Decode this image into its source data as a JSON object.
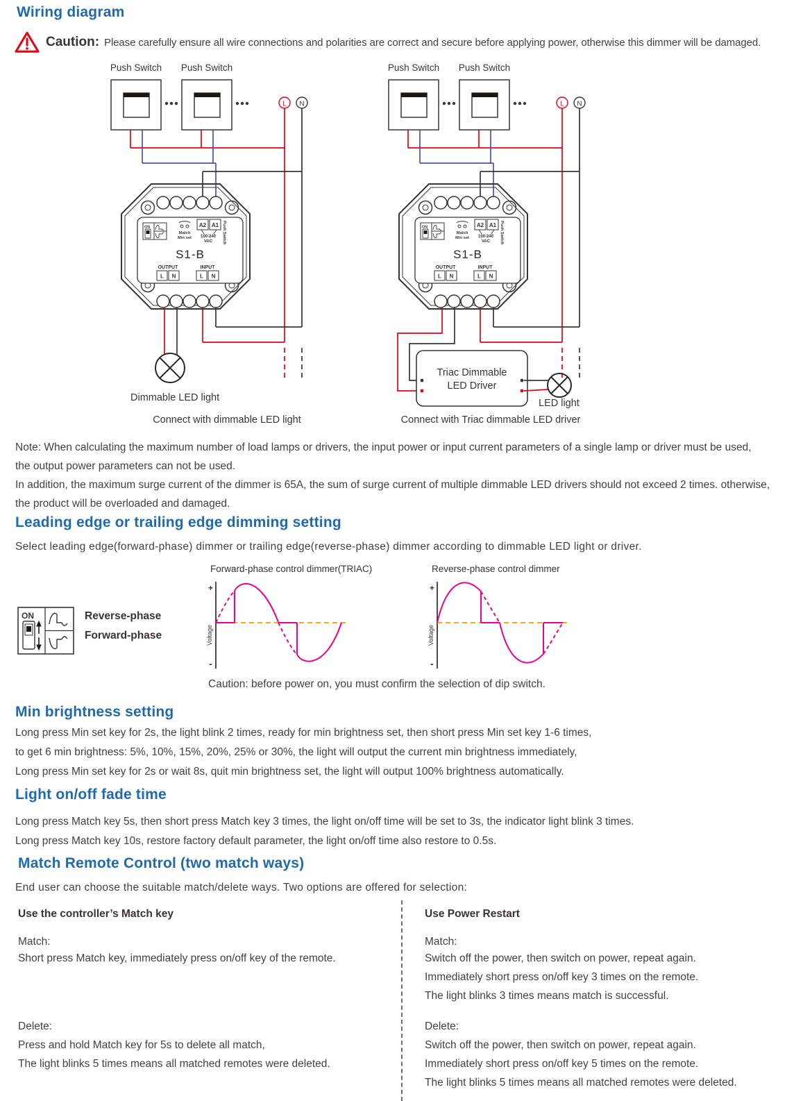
{
  "colors": {
    "heading_blue": "#1e6ab0",
    "caution_red": "#e60012",
    "wire_red": "#e60012",
    "wire_blue": "#4953a8",
    "wire_dark": "#3a3533",
    "wave_pink": "#ec008c",
    "zero_line_orange": "#f5a623"
  },
  "wiring": {
    "heading": "Wiring diagram",
    "caution_label": "Caution:",
    "caution_text": "Please carefully ensure all wire connections and polarities are correct and secure before applying power, otherwise this dimmer will be damaged.",
    "push_switch": "Push Switch",
    "l": "L",
    "n": "N",
    "device": {
      "on": "ON",
      "match": "Match",
      "min_set": "Min set",
      "a2": "A2",
      "a1": "A1",
      "vac1": "100-240",
      "vac2": "VAC",
      "push_switch_side": "Push Switch",
      "model": "S1-B",
      "output": "OUTPUT",
      "input": "INPUT",
      "l": "L",
      "n": "N"
    },
    "diagram1": {
      "lamp_label": "Dimmable LED light",
      "caption": "Connect with dimmable LED light"
    },
    "diagram2": {
      "driver_line1": "Triac Dimmable",
      "driver_line2": "LED Driver",
      "lamp_label": "LED light",
      "caption": "Connect with Triac dimmable LED driver"
    },
    "note_lines": [
      "Note: When calculating the maximum number of load lamps or drivers, the input power or input current parameters of a single lamp or driver must be used,",
      "the output power parameters can not be used.",
      "In addition, the maximum surge current of the dimmer is 65A, the sum of surge current of multiple dimmable LED drivers should not exceed 2 times. otherwise,",
      "the product will be overloaded and damaged."
    ]
  },
  "dimming": {
    "heading": "Leading edge or trailing edge dimming setting",
    "intro": "Select leading edge(forward-phase) dimmer or trailing edge(reverse-phase) dimmer according to dimmable LED light or driver.",
    "on": "ON",
    "reverse_label": "Reverse-phase",
    "forward_label": "Forward-phase",
    "forward_title": "Forward-phase control dimmer(TRIAC)",
    "reverse_title": "Reverse-phase control dimmer",
    "plus": "+",
    "minus": "-",
    "voltage": "Voltage",
    "caution": "Caution: before power on, you must confirm the selection of dip switch."
  },
  "min_brightness": {
    "heading": "Min brightness setting",
    "lines": [
      "Long press Min set key for 2s, the light blink 2 times, ready for min brightness set, then short press Min set key 1-6 times,",
      "to get 6 min brightness: 5%, 10%, 15%,  20%, 25% or 30%, the light will output the current min brightness immediately,",
      "Long press Min set key for 2s or wait 8s, quit min brightness set, the light will output 100% brightness automatically."
    ]
  },
  "fade_time": {
    "heading": "Light on/off fade time",
    "lines": [
      "Long press Match key 5s, then short press Match key 3 times, the light on/off time will be set to 3s, the indicator light blink 3 times.",
      "Long press Match key 10s, restore factory default parameter, the light on/off time also restore to 0.5s."
    ]
  },
  "match_remote": {
    "heading": "Match Remote Control (two match ways)",
    "intro": "End user can choose the suitable match/delete ways. Two options are offered for selection:",
    "left": {
      "heading": "Use the controller’s Match key",
      "match_label": "Match:",
      "match_lines": [
        "Short press Match key, immediately press on/off key of the remote."
      ],
      "delete_label": "Delete:",
      "delete_lines": [
        "Press and hold Match key for 5s to delete all match,",
        "The light blinks 5 times means all matched remotes were deleted."
      ]
    },
    "right": {
      "heading": "Use Power Restart",
      "match_label": "Match:",
      "match_lines": [
        "Switch off the power, then switch on power, repeat again.",
        "Immediately short press on/off key 3 times on the remote.",
        "The light blinks 3 times means match is successful."
      ],
      "delete_label": "Delete:",
      "delete_lines": [
        "Switch off the power, then switch on power, repeat again.",
        "Immediately short press on/off key 5 times on the remote.",
        "The light blinks 5 times means all matched remotes were deleted."
      ]
    }
  }
}
